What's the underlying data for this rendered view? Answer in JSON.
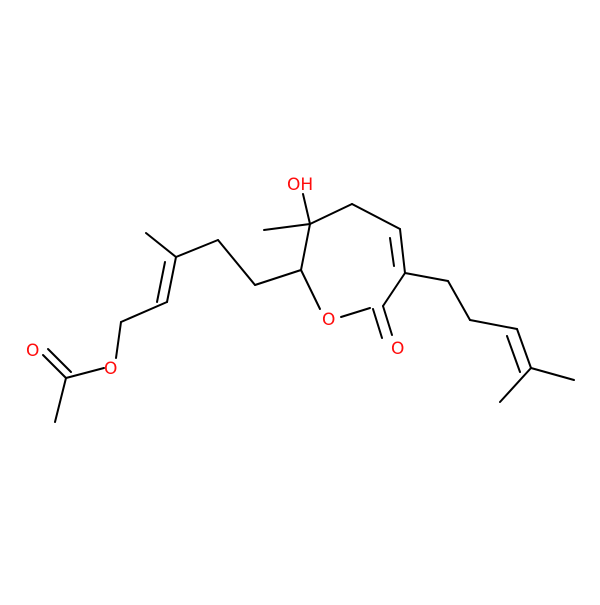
{
  "molecule": {
    "atom_labels": {
      "hydroxyl": "OH",
      "ring_oxygen": "O",
      "lactone_carbonyl_oxygen": "O",
      "ester_oxygen": "O",
      "acetyl_carbonyl_oxygen": "O"
    },
    "colors": {
      "bond": "#000000",
      "oxygen": "#ff0d0d",
      "background": "#ffffff"
    }
  }
}
